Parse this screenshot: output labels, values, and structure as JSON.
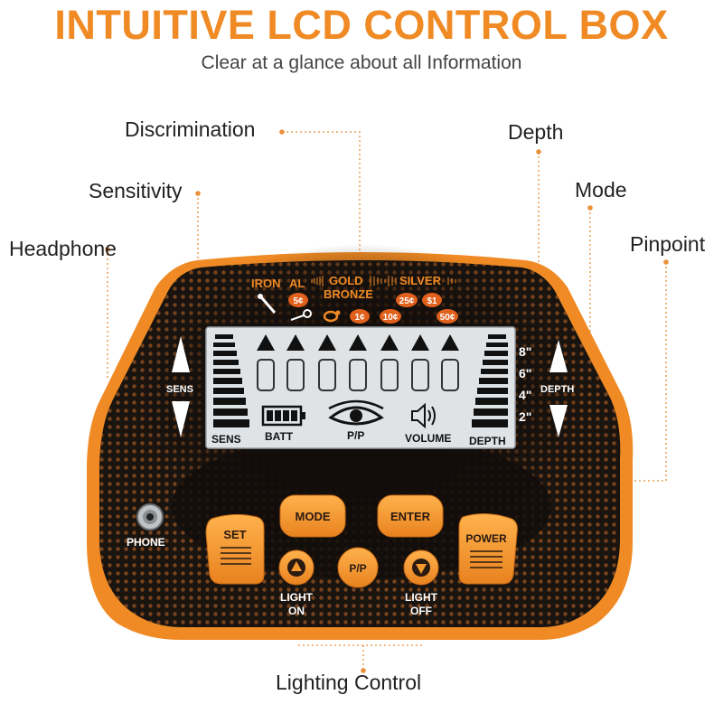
{
  "heading": {
    "title": "INTUITIVE LCD CONTROL BOX",
    "subtitle": "Clear at a glance about all Information"
  },
  "callouts": {
    "discrimination": "Discrimination",
    "sensitivity": "Sensitivity",
    "headphone": "Headphone",
    "depth": "Depth",
    "mode": "Mode",
    "pinpoint": "Pinpoint",
    "lighting_control": "Lighting Control"
  },
  "metal_scale": {
    "iron": "IRON",
    "al": "AL",
    "gold": "GOLD",
    "bronze": "BRONZE",
    "silver": "SILVER",
    "coins": [
      "5¢",
      "1¢",
      "10¢",
      "25¢",
      "$1",
      "50¢"
    ]
  },
  "lcd": {
    "sens_label": "SENS",
    "batt_label": "BATT",
    "pp_label": "P/P",
    "volume_label": "VOLUME",
    "depth_label": "DEPTH",
    "depth_marks": [
      "8\"",
      "6\"",
      "4\"",
      "2\""
    ]
  },
  "side_labels": {
    "sens": "SENS",
    "depth": "DEPTH",
    "phone": "PHONE"
  },
  "buttons": {
    "set": "SET",
    "mode": "MODE",
    "enter": "ENTER",
    "power": "POWER",
    "pp": "P/P",
    "light_on_1": "LIGHT",
    "light_on_2": "ON",
    "light_off_1": "LIGHT",
    "light_off_2": "OFF"
  },
  "colors": {
    "accent": "#f08a24",
    "device_body": "#1a1410",
    "lcd": "#dfe3e6",
    "button": "#f59a2e"
  }
}
